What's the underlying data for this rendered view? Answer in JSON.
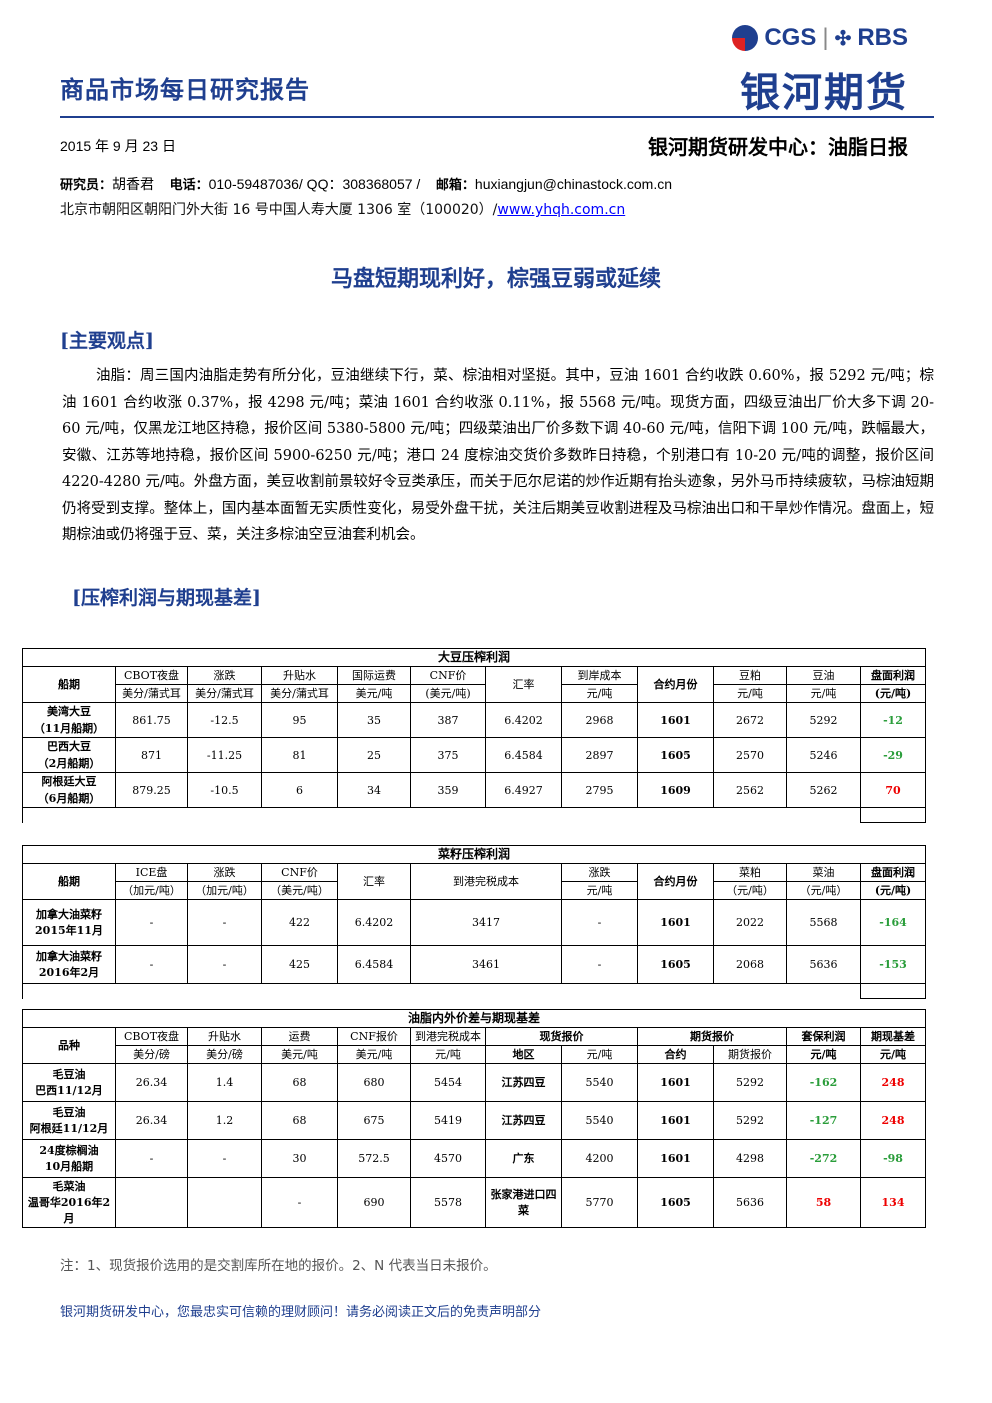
{
  "header": {
    "title": "商品市场每日研究报告",
    "logo_en_cgs": "CGS",
    "logo_en_rbs": "RBS",
    "logo_cn": "银河期货",
    "date": "2015 年 9 月 23 日",
    "center": "银河期货研发中心：油脂日报",
    "researcher_label": "研究员：",
    "researcher": "胡香君",
    "phone_label": "电话：",
    "phone": "010-59487036/ QQ：308368057 /",
    "email_label": "邮箱：",
    "email": "huxiangjun@chinastock.com.cn",
    "address": "北京市朝阳区朝阳门外大街 16 号中国人寿大厦 1306 室（100020）/",
    "website": "www.yhqh.com.cn"
  },
  "report_title": "马盘短期现利好，棕强豆弱或延续",
  "section1": {
    "heading": "[主要观点]",
    "paragraph": "油脂：周三国内油脂走势有所分化，豆油继续下行，菜、棕油相对坚挺。其中，豆油 1601 合约收跌 0.60%，报 5292 元/吨；棕油 1601 合约收涨 0.37%，报 4298 元/吨；菜油 1601 合约收涨 0.11%，报 5568 元/吨。现货方面，四级豆油出厂价大多下调 20-60 元/吨，仅黑龙江地区持稳，报价区间 5380-5800 元/吨；四级菜油出厂价多数下调 40-60 元/吨，信阳下调 100 元/吨，跌幅最大，安徽、江苏等地持稳，报价区间 5900-6250 元/吨；港口 24 度棕油交货价多数昨日持稳，个别港口有 10-20 元/吨的调整，报价区间 4220-4280 元/吨。外盘方面，美豆收割前景较好令豆类承压，而关于厄尔尼诺的炒作近期有抬头迹象，另外马币持续疲软，马棕油短期仍将受到支撑。整体上，国内基本面暂无实质性变化，易受外盘干扰，关注后期美豆收割进程及马棕油出口和干旱炒作情况。盘面上，短期棕油或仍将强于豆、菜，关注多棕油空豆油套利机会。"
  },
  "section2": {
    "heading": "[压榨利润与期现基差]"
  },
  "soy": {
    "title": "大豆压榨利润",
    "h_ship": "船期",
    "h_cbot": "CBOT夜盘",
    "u_cbot": "美分/蒲式耳",
    "h_chg": "涨跌",
    "u_chg": "美分/蒲式耳",
    "h_prem": "升贴水",
    "u_prem": "美分/蒲式耳",
    "h_freight": "国际运费",
    "u_freight": "美元/吨",
    "h_cnf": "CNF价",
    "u_cnf": "(美元/吨)",
    "h_fx": "汇率",
    "h_cost": "到岸成本",
    "u_cost": "元/吨",
    "h_month": "合约月份",
    "h_meal": "豆粕",
    "u_meal": "元/吨",
    "h_oil": "豆油",
    "u_oil": "元/吨",
    "h_profit": "盘面利润",
    "u_profit": "(元/吨)",
    "rows": [
      {
        "n1": "美湾大豆",
        "n2": "（11月船期）",
        "cbot": "861.75",
        "chg": "-12.5",
        "prem": "95",
        "freight": "35",
        "cnf": "387",
        "fx": "6.4202",
        "cost": "2968",
        "month": "1601",
        "meal": "2672",
        "oil": "5292",
        "profit": "-12"
      },
      {
        "n1": "巴西大豆",
        "n2": "（2月船期）",
        "cbot": "871",
        "chg": "-11.25",
        "prem": "81",
        "freight": "25",
        "cnf": "375",
        "fx": "6.4584",
        "cost": "2897",
        "month": "1605",
        "meal": "2570",
        "oil": "5246",
        "profit": "-29"
      },
      {
        "n1": "阿根廷大豆",
        "n2": "（6月船期）",
        "cbot": "879.25",
        "chg": "-10.5",
        "prem": "6",
        "freight": "34",
        "cnf": "359",
        "fx": "6.4927",
        "cost": "2795",
        "month": "1609",
        "meal": "2562",
        "oil": "5262",
        "profit": "70"
      }
    ]
  },
  "rapeseed": {
    "title": "菜籽压榨利润",
    "h_ship": "船期",
    "h_ice": "ICE盘",
    "u_ice": "（加元/吨）",
    "h_chg": "涨跌",
    "u_chg": "（加元/吨）",
    "h_cnf": "CNF价",
    "u_cnf": "（美元/吨）",
    "h_fx": "汇率",
    "h_cost": "到港完税成本",
    "h_chg2": "涨跌",
    "u_chg2": "元/吨",
    "h_month": "合约月份",
    "h_meal": "菜粕",
    "u_meal": "（元/吨）",
    "h_oil": "菜油",
    "u_oil": "（元/吨）",
    "h_profit": "盘面利润",
    "u_profit": "(元/吨)",
    "rows": [
      {
        "n1": "加拿大油菜籽",
        "n2": "2015年11月",
        "ice": "-",
        "chg": "-",
        "cnf": "422",
        "fx": "6.4202",
        "cost": "3417",
        "chg2": "-",
        "month": "1601",
        "meal": "2022",
        "oil": "5568",
        "profit": "-164"
      },
      {
        "n1": "加拿大油菜籽",
        "n2": "2016年2月",
        "ice": "-",
        "chg": "-",
        "cnf": "425",
        "fx": "6.4584",
        "cost": "3461",
        "chg2": "-",
        "month": "1605",
        "meal": "2068",
        "oil": "5636",
        "profit": "-153"
      }
    ]
  },
  "basis": {
    "title": "油脂内外价差与期现基差",
    "h_kind": "品种",
    "h_cbot": "CBOT夜盘",
    "u_cbot": "美分/磅",
    "h_prem": "升贴水",
    "u_prem": "美分/磅",
    "h_freight": "运费",
    "u_freight": "美元/吨",
    "h_cnf": "CNF报价",
    "u_cnf": "美元/吨",
    "h_cost": "到港完税成本",
    "u_cost": "元/吨",
    "h_spot": "现货报价",
    "u_region": "地区",
    "u_spot": "元/吨",
    "h_fut": "期货报价",
    "u_contract": "合约",
    "u_futp": "期货报价",
    "h_hedge": "套保利润",
    "u_hedge": "元/吨",
    "h_basis": "期现基差",
    "u_basis": "元/吨",
    "rows": [
      {
        "n1": "毛豆油",
        "n2": "巴西11/12月",
        "cbot": "26.34",
        "prem": "1.4",
        "freight": "68",
        "cnf": "680",
        "cost": "5454",
        "region": "江苏四豆",
        "spot": "5540",
        "contract": "1601",
        "fut": "5292",
        "hedge": "-162",
        "basis": "248"
      },
      {
        "n1": "毛豆油",
        "n2": "阿根廷11/12月",
        "cbot": "26.34",
        "prem": "1.2",
        "freight": "68",
        "cnf": "675",
        "cost": "5419",
        "region": "江苏四豆",
        "spot": "5540",
        "contract": "1601",
        "fut": "5292",
        "hedge": "-127",
        "basis": "248"
      },
      {
        "n1": "24度棕榈油",
        "n2": "10月船期",
        "cbot": "-",
        "prem": "-",
        "freight": "30",
        "cnf": "572.5",
        "cost": "4570",
        "region": "广东",
        "spot": "4200",
        "contract": "1601",
        "fut": "4298",
        "hedge": "-272",
        "basis": "-98"
      },
      {
        "n1": "毛菜油",
        "n2": "温哥华2016年2月",
        "cbot": "",
        "prem": "",
        "freight": "-",
        "cnf": "690",
        "cost": "5578",
        "region": "张家港进口四菜",
        "spot": "5770",
        "contract": "1605",
        "fut": "5636",
        "hedge": "58",
        "basis": "134"
      }
    ]
  },
  "note": "注：1、现货报价选用的是交割库所在地的报价。2、N 代表当日未报价。",
  "footer": "银河期货研发中心，您最忠实可信赖的理财顾问！请务必阅读正文后的免责声明部分",
  "colors": {
    "brand": "#1f3f8f",
    "negative": "#2a9d3a",
    "positive": "#e00000"
  }
}
